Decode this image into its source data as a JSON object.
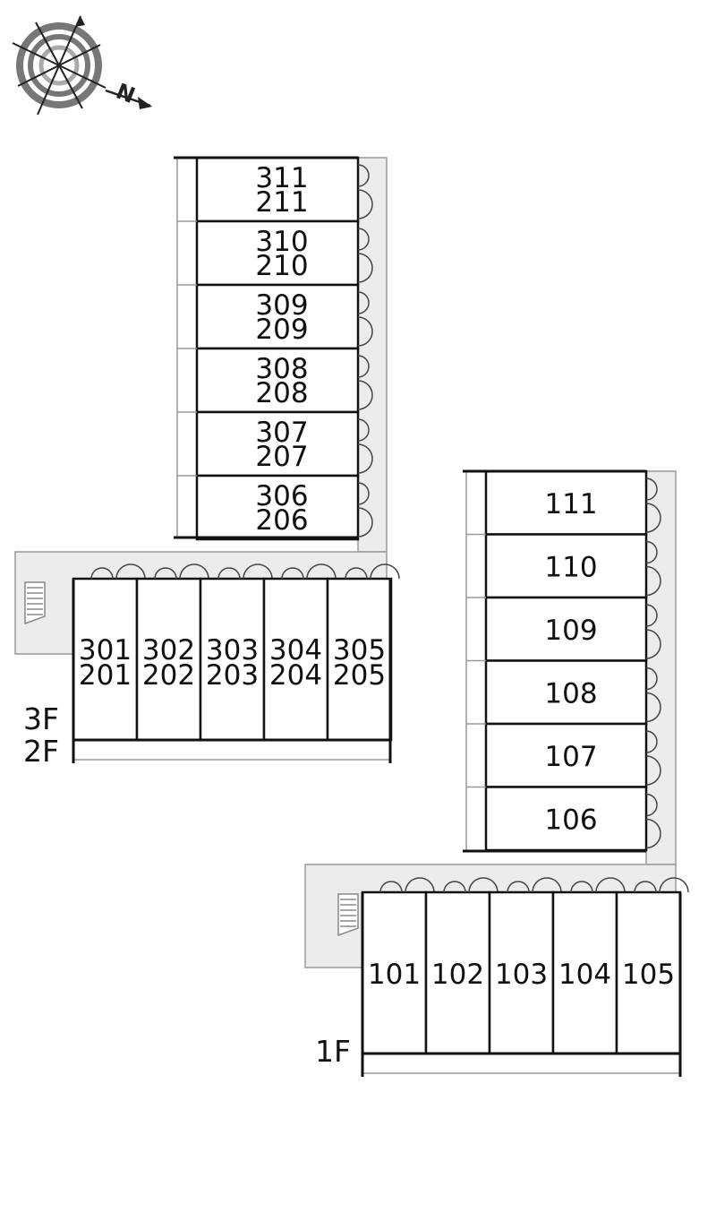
{
  "compass": {
    "north_label": "N",
    "icon": "compass-rose-icon"
  },
  "upper_building": {
    "floor_labels": [
      "3F",
      "2F"
    ],
    "wing_units": [
      {
        "top": "311",
        "bottom": "211"
      },
      {
        "top": "310",
        "bottom": "210"
      },
      {
        "top": "309",
        "bottom": "209"
      },
      {
        "top": "308",
        "bottom": "208"
      },
      {
        "top": "307",
        "bottom": "207"
      },
      {
        "top": "306",
        "bottom": "206"
      }
    ],
    "row_units": [
      {
        "top": "301",
        "bottom": "201"
      },
      {
        "top": "302",
        "bottom": "202"
      },
      {
        "top": "303",
        "bottom": "203"
      },
      {
        "top": "304",
        "bottom": "204"
      },
      {
        "top": "305",
        "bottom": "205"
      }
    ]
  },
  "lower_building": {
    "floor_labels": [
      "1F"
    ],
    "wing_units": [
      "111",
      "110",
      "109",
      "108",
      "107",
      "106"
    ],
    "row_units": [
      "101",
      "102",
      "103",
      "104",
      "105"
    ]
  },
  "colors": {
    "corridor": "#ececec",
    "wall": "#111111",
    "stair": "#888888",
    "compass": "#777777"
  }
}
